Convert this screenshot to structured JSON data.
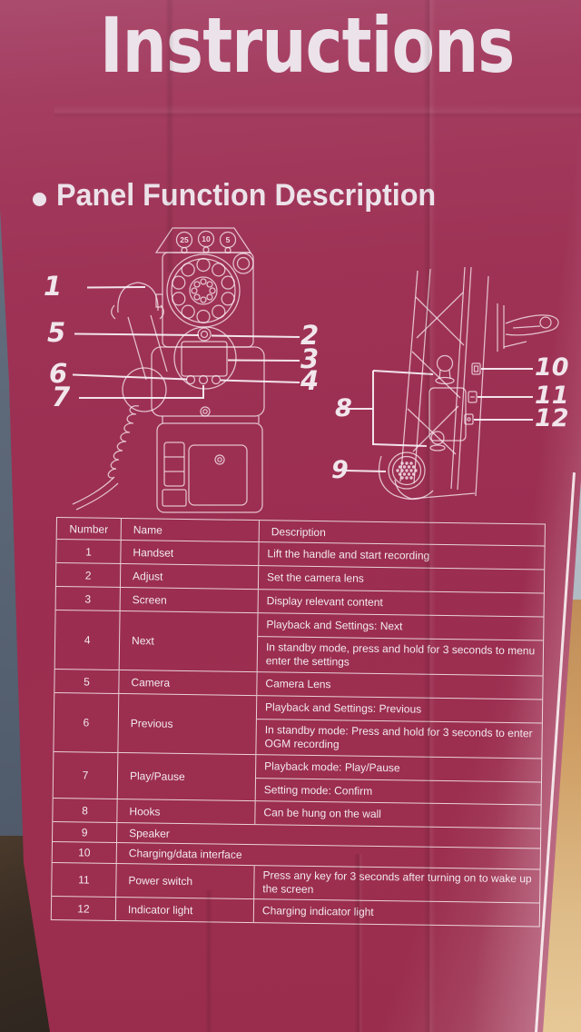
{
  "title": "Instructions",
  "section": {
    "heading": "Panel Function Description"
  },
  "front": {
    "coin_labels": [
      "25",
      "10",
      "5"
    ],
    "callouts": {
      "n1": "1",
      "n2": "2",
      "n3": "3",
      "n4": "4",
      "n5": "5",
      "n6": "6",
      "n7": "7"
    }
  },
  "side": {
    "callouts": {
      "n8": "8",
      "n9": "9",
      "n10": "10",
      "n11": "11",
      "n12": "12"
    }
  },
  "table": {
    "headers": {
      "number": "Number",
      "name": "Name",
      "description": "Description"
    },
    "rows": [
      {
        "number": "1",
        "name": "Handset",
        "desc": [
          [
            "Lift the handle and start recording"
          ]
        ]
      },
      {
        "number": "2",
        "name": "Adjust",
        "desc": [
          [
            "Set the camera lens"
          ]
        ]
      },
      {
        "number": "3",
        "name": "Screen",
        "desc": [
          [
            "Display relevant content"
          ]
        ]
      },
      {
        "number": "4",
        "name": "Next",
        "desc": [
          [
            "Playback and Settings: Next"
          ],
          [
            "In standby mode, press and hold for 3 seconds to menu",
            "enter the settings"
          ]
        ]
      },
      {
        "number": "5",
        "name": "Camera",
        "desc": [
          [
            "Camera Lens"
          ]
        ]
      },
      {
        "number": "6",
        "name": "Previous",
        "desc": [
          [
            "Playback and Settings: Previous"
          ],
          [
            "In standby mode: Press and hold for 3 seconds to enter",
            "OGM recording"
          ]
        ]
      },
      {
        "number": "7",
        "name": "Play/Pause",
        "desc": [
          [
            "Playback mode: Play/Pause"
          ],
          [
            "Setting mode: Confirm"
          ]
        ]
      },
      {
        "number": "8",
        "name": "Hooks",
        "desc": [
          [
            "Can be hung on the wall"
          ]
        ]
      },
      {
        "number": "9",
        "name": "Speaker",
        "desc": []
      },
      {
        "number": "10",
        "name": "Charging/data interface",
        "desc": []
      },
      {
        "number": "11",
        "name": "Power switch",
        "desc": [
          [
            "Press any key for 3 seconds after turning on to wake up",
            "the screen"
          ]
        ]
      },
      {
        "number": "12",
        "name": "Indicator light",
        "desc": [
          [
            "Charging indicator light"
          ]
        ]
      }
    ]
  },
  "colors": {
    "box": "#9c2e4f",
    "print": "#ece2e9",
    "table_line": "#ffffff",
    "wall_left": "#5b6676",
    "floor_dark": "#3a2d23",
    "wall_right": "#b6c1c9",
    "floor_light": "#cf9f66"
  }
}
